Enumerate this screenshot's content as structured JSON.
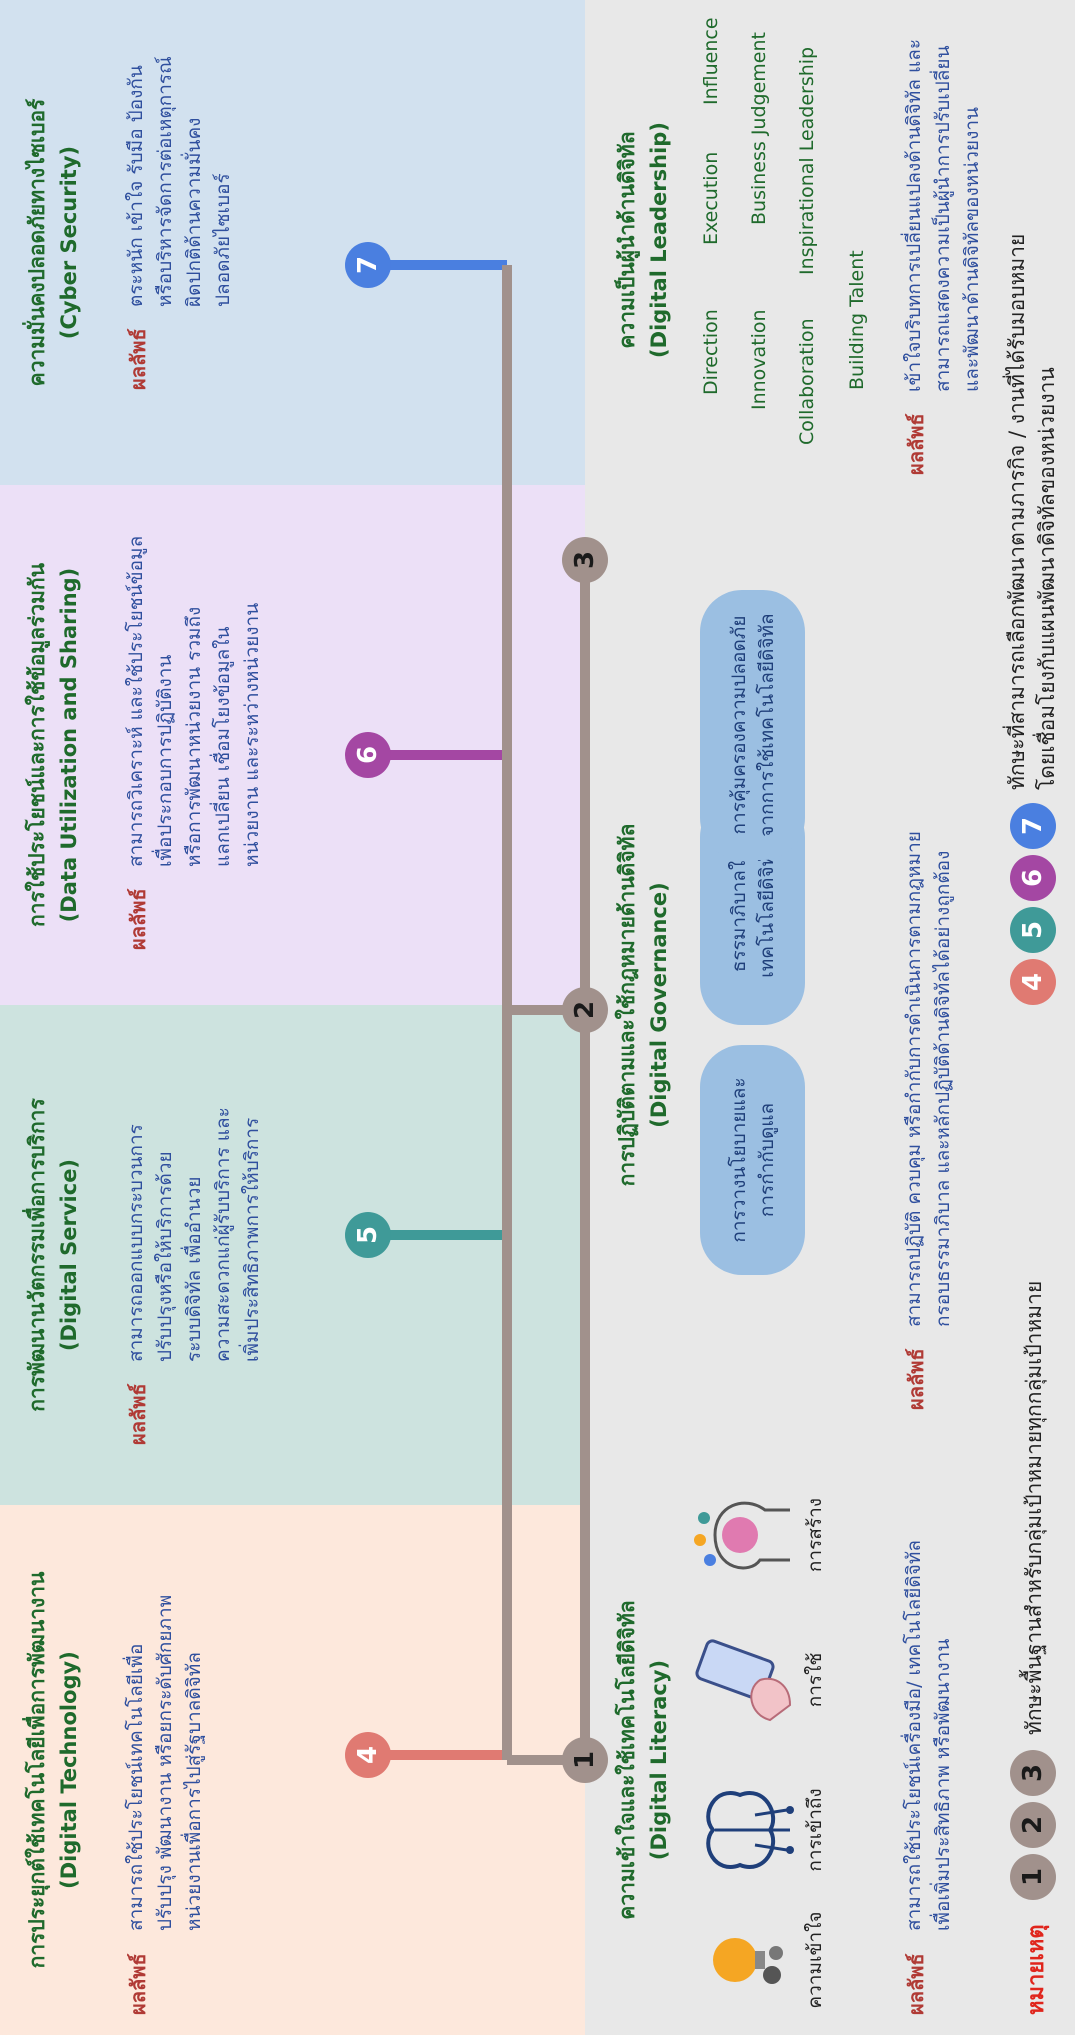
{
  "colors": {
    "band_tech": "#fde8dc",
    "band_service": "#cde3df",
    "band_data": "#ece0f7",
    "band_cyber": "#d2e1ef",
    "trunk": "#a1918c",
    "node4": "#e07a72",
    "node5": "#3f9a98",
    "node6": "#a447a3",
    "node7": "#4a7fe0",
    "node_basic": "#a1918c"
  },
  "sections": {
    "tech": {
      "title_th": "การประยุกต์ใช้เทคโนโลยีเพื่อการพัฒนางาน",
      "title_en": "(Digital Technology)",
      "result_label": "ผลลัพธ์",
      "result_lines": [
        "สามารถใช้ประโยชน์เทคโนโลยีเพื่อ",
        "ปรับปรุง พัฒนางาน หรือยกระดับศักยภาพ",
        "หน่วยงานเพื่อการไปสู่รัฐบาลดิจิทัล"
      ],
      "node": "4"
    },
    "service": {
      "title_th": "การพัฒนานวัตกรรมเพื่อการบริการ",
      "title_en": "(Digital Service)",
      "result_label": "ผลลัพธ์",
      "result_lines": [
        "สามารถออกแบบกระบวนการ",
        "ปรับปรุงหรือให้บริการด้วย",
        "ระบบดิจิทัล เพื่ออำนวย",
        "ความสะดวกแก่ผู้รับบริการ และ",
        "เพิ่มประสิทธิภาพการให้บริการ"
      ],
      "node": "5"
    },
    "data": {
      "title_th": "การใช้ประโยชน์และการใช้ข้อมูลร่วมกัน",
      "title_en": "(Data Utilization and Sharing)",
      "result_label": "ผลลัพธ์",
      "result_lines": [
        "สามารถวิเคราะห์ และใช้ประโยชน์ข้อมูล",
        "เพื่อประกอบการปฏิบัติงาน",
        "หรือการพัฒนาหน่วยงาน รวมถึง",
        "แลกเปลี่ยน เชื่อมโยงข้อมูลใน",
        "หน่วยงาน และระหว่างหน่วยงาน"
      ],
      "node": "6"
    },
    "cyber": {
      "title_th": "ความมั่นคงปลอดภัยทางไซเบอร์",
      "title_en": "(Cyber Security)",
      "result_label": "ผลลัพธ์",
      "result_lines": [
        "ตระหนัก เข้าใจ รับมือ ป้องกัน",
        "หรือบริหารจัดการต่อเหตุการณ์",
        "ผิดปกติด้านความมั่นคง",
        "ปลอดภัยไซเบอร์"
      ],
      "node": "7"
    },
    "literacy": {
      "title_th": "ความเข้าใจและใช้เทคโนโลยีดิจิทัล",
      "title_en": "(Digital Literacy)",
      "node": "1",
      "icons": [
        {
          "icon": "lightbulb-gear-icon",
          "caption": "ความเข้าใจ"
        },
        {
          "icon": "digital-brain-icon",
          "caption": "การเข้าถึง"
        },
        {
          "icon": "hand-smartphone-icon",
          "caption": "การใช้"
        },
        {
          "icon": "creative-mind-icon",
          "caption": "การสร้าง"
        }
      ],
      "result_label": "ผลลัพธ์",
      "result_lines": [
        "สามารถใช้ประโยชน์เครื่องมือ/ เทคโนโลยีดิจิทัล",
        "เพื่อเพิ่มประสิทธิภาพ หรือพัฒนางาน"
      ]
    },
    "governance": {
      "title_th": "การปฏิบัติตามและใช้กฎหมายด้านดิจิทัล",
      "title_en": "(Digital Governance)",
      "node": "2",
      "pills": [
        [
          "การวางนโยบายและ",
          "การกำกับดูแล"
        ],
        [
          "ธรรมาภิบาลใช้",
          "เทคโนโลยีดิจิทัล"
        ],
        [
          "การคุ้มครองความปลอดภัย",
          "จากการใช้เทคโนโลยีดิจิทัล"
        ]
      ],
      "result_label": "ผลลัพธ์",
      "result_lines": [
        "สามารถปฏิบัติ ควบคุม หรือกำกับการดำเนินการตามกฎหมาย",
        "กรอบธรรมาภิบาล และหลักปฏิบัติด้านดิจิทัลได้อย่างถูกต้อง"
      ]
    },
    "leadership": {
      "title_th": "ความเป็นผู้นำด้านดิจิทัล",
      "title_en": "(Digital Leadership)",
      "node": "3",
      "skills": [
        "Direction",
        "Execution",
        "Influence",
        "Innovation",
        "Business Judgement",
        "Collaboration",
        "Inspirational Leadership",
        "Building Talent"
      ],
      "result_label": "ผลลัพธ์",
      "result_lines": [
        "เข้าใจบริบทการเปลี่ยนแปลงด้านดิจิทัล และ",
        "สามารถแสดงความเป็นผู้นำการปรับเปลี่ยน",
        "และพัฒนาด้านดิจิทัลของหน่วยงาน"
      ]
    }
  },
  "legend": {
    "label": "หมายเหตุ",
    "basic_nodes": [
      "1",
      "2",
      "3"
    ],
    "basic_text": "ทักษะพื้นฐานสำหรับกลุ่มเป้าหมายทุกกลุ่มเป้าหมาย",
    "elective_nodes": [
      "4",
      "5",
      "6",
      "7"
    ],
    "elective_lines": [
      "ทักษะที่สามารถเลือกพัฒนาตามภารกิจ / งานที่ได้รับมอบหมาย",
      "โดยเชื่อมโยงกับแผนพัฒนาดิจิทัลของหน่วยงาน"
    ]
  }
}
